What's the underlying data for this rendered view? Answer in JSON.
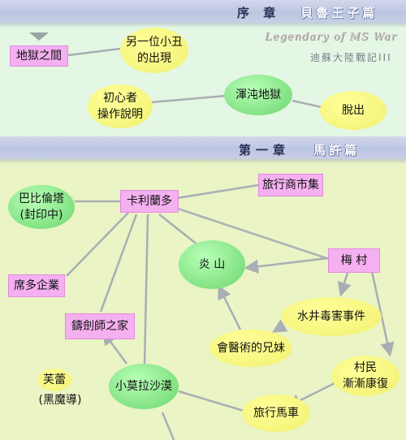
{
  "sections": {
    "prologue": {
      "title": "序 章",
      "subtitle": "貝魯王子篇"
    },
    "chapter1": {
      "title": "第一章",
      "subtitle": "馬許篇"
    }
  },
  "logo": {
    "title": "Legendary of MS War",
    "subtitle": "迪蘇大陸戰記III"
  },
  "nodes": {
    "hell": "地獄之間",
    "clown_1": "另一位小丑",
    "clown_2": "的出現",
    "tutorial_1": "初心者",
    "tutorial_2": "操作說明",
    "chaos": "渾沌地獄",
    "escape": "脫出",
    "babylon_1": "巴比倫塔",
    "babylon_2": "(封印中)",
    "carlido": "卡利蘭多",
    "market": "旅行商市集",
    "flame": "炎 山",
    "village": "梅 村",
    "seto": "席多企業",
    "poison": "水井毒害事件",
    "smith": "鑄劍師之家",
    "siblings": "會醫術的兄妹",
    "recover_1": "村民",
    "recover_2": "漸漸康復",
    "fuyong_1": "芙蕾",
    "fuyong_2": "(黑魔導)",
    "desert": "小莫拉沙漠",
    "carriage": "旅行馬車"
  },
  "colors": {
    "location_node": "#7ee07e",
    "event_node": "#f4f47a",
    "place_node": "#f4b0f0",
    "header_band": "#c8cfe6",
    "prologue_background": "#e4f6e4",
    "chapter_background": "#eaf4c4",
    "connector": "#a9aeb4"
  }
}
